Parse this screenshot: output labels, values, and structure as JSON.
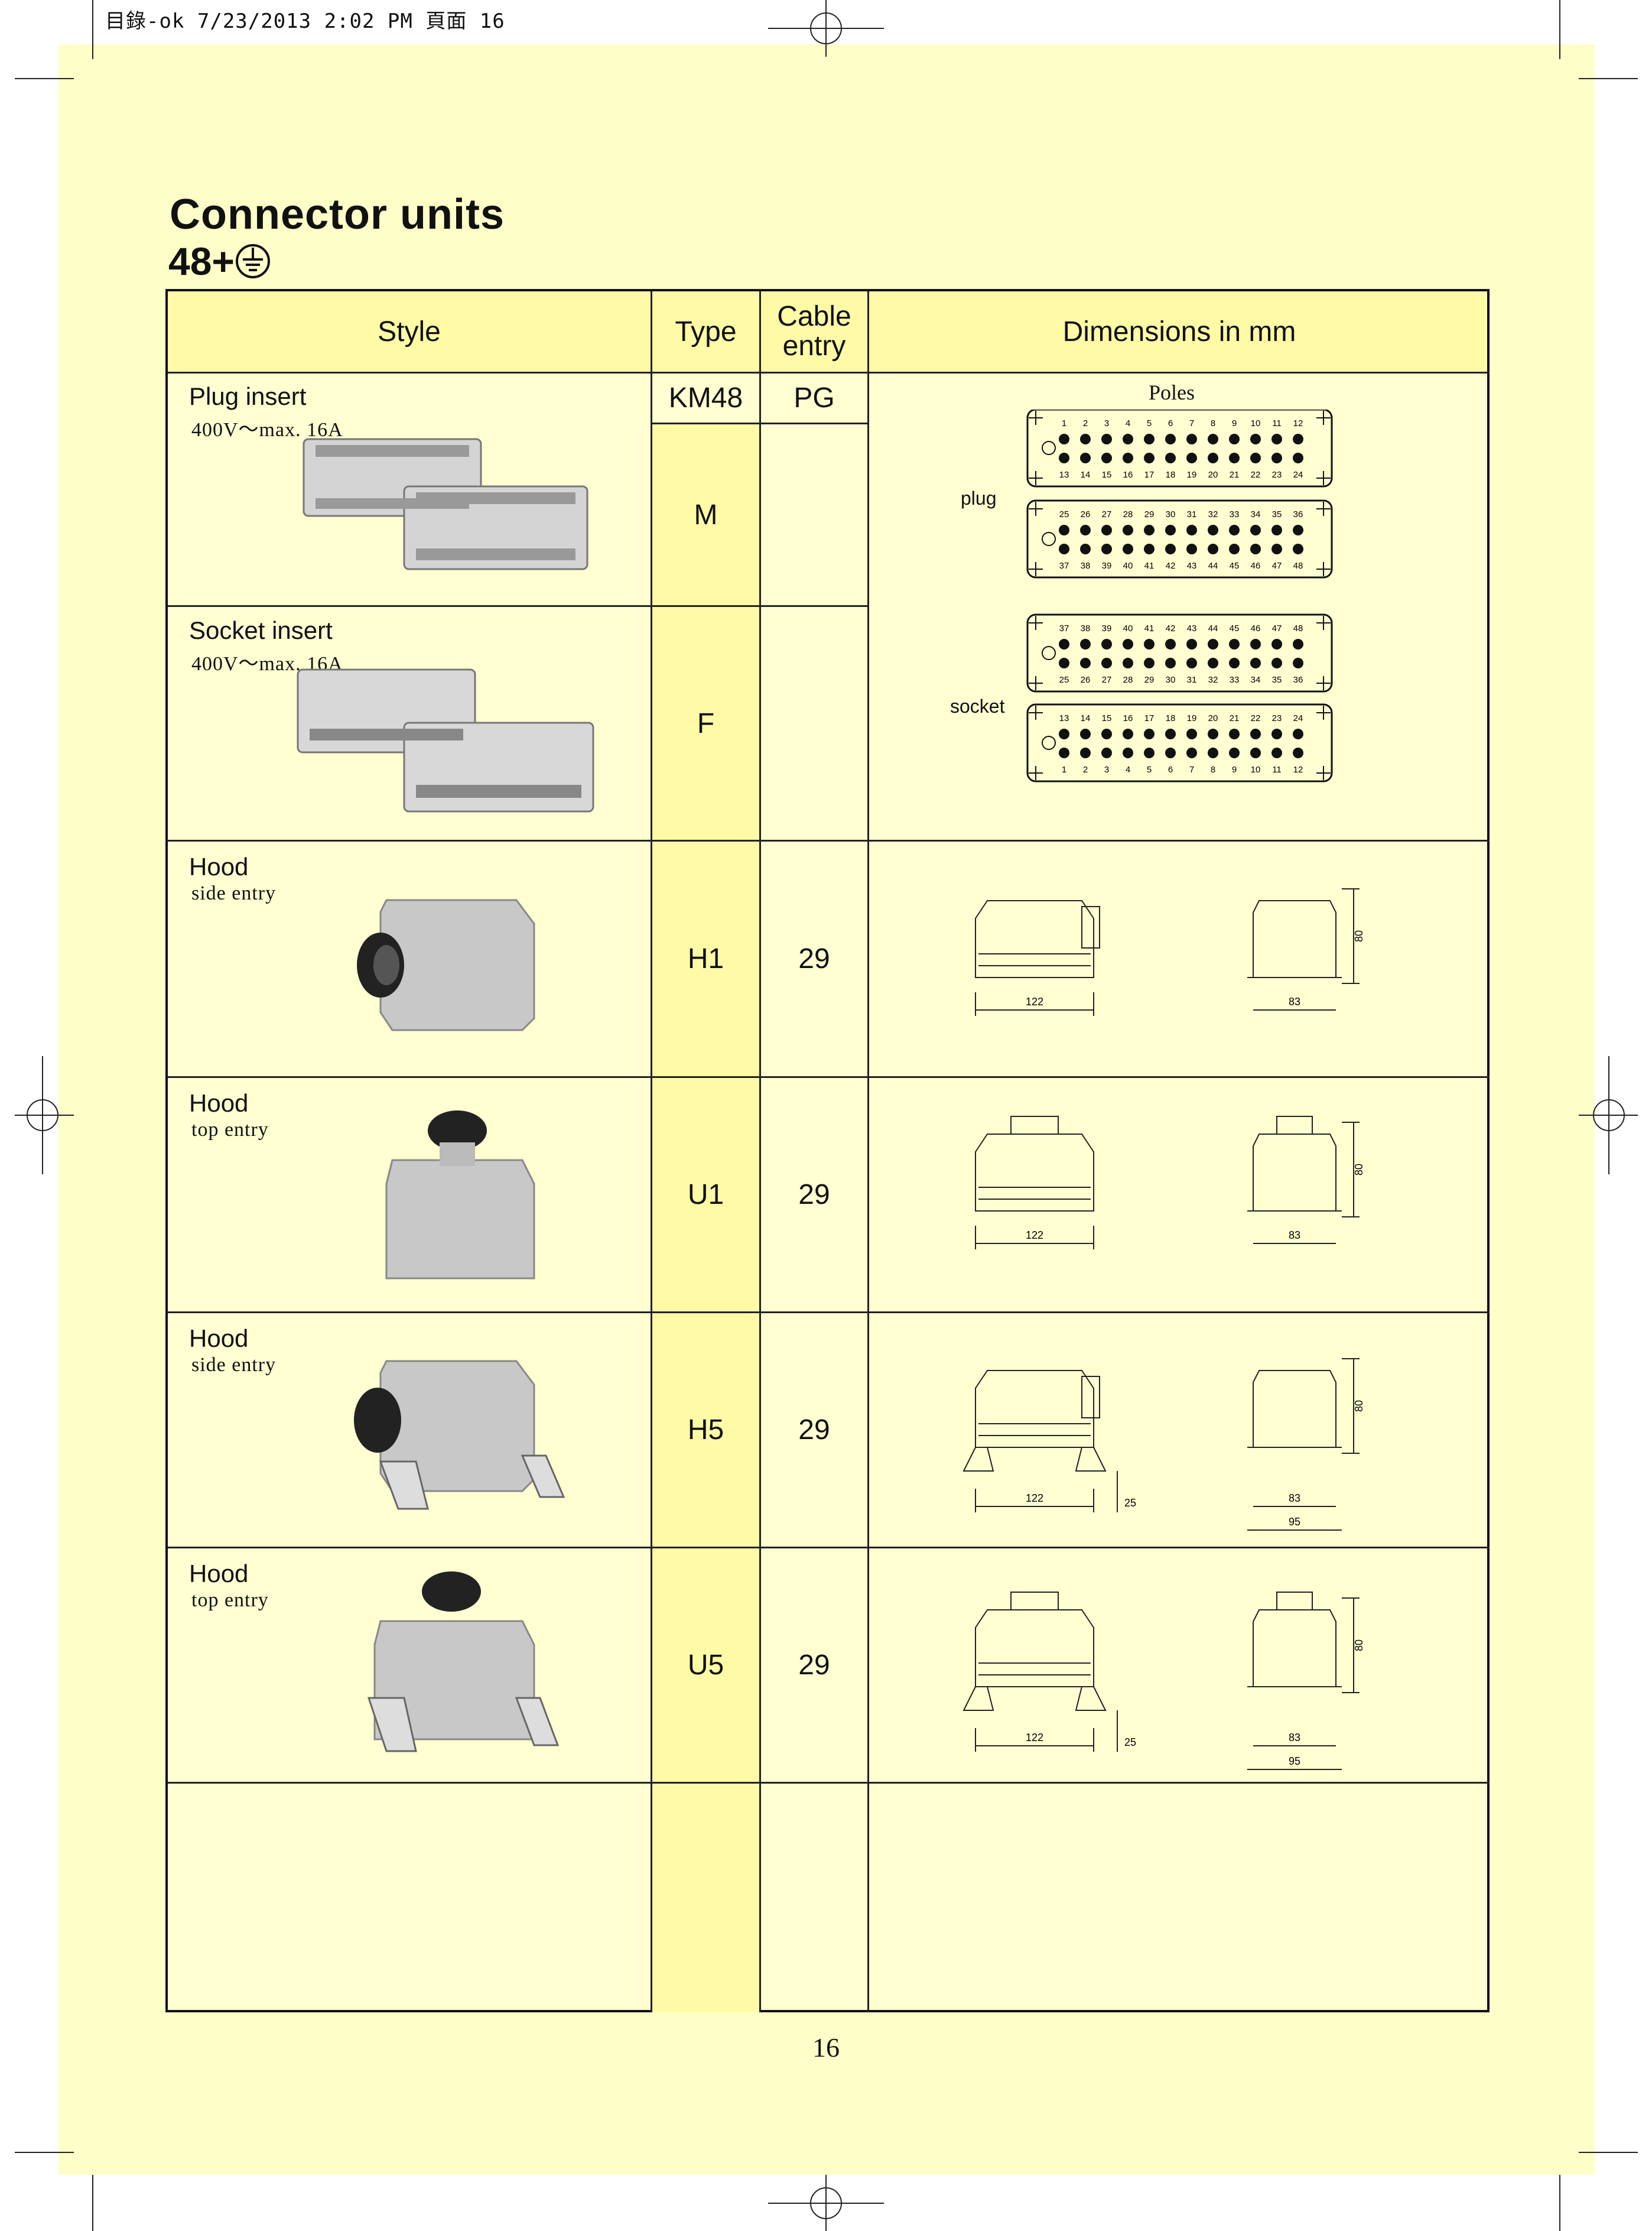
{
  "print_header": "目錄-ok  7/23/2013  2:02 PM  頁面 16",
  "title": "Connector units",
  "subtitle": "48+",
  "table": {
    "headers": {
      "style": "Style",
      "type": "Type",
      "cable_entry": "Cable entry",
      "dimensions": "Dimensions  in  mm"
    },
    "rows": [
      {
        "style": "Plug insert",
        "spec": "400V～max. 16A",
        "type": "KM48",
        "cable": "PG",
        "type2": "M"
      },
      {
        "style": "Socket insert",
        "spec": "400V～max. 16A",
        "type": "F"
      },
      {
        "style": "Hood",
        "spec": "side entry",
        "type": "H1",
        "cable": "29"
      },
      {
        "style": "Hood",
        "spec": "top entry",
        "type": "U1",
        "cable": "29"
      },
      {
        "style": "Hood",
        "spec": "side entry",
        "type": "H5",
        "cable": "29"
      },
      {
        "style": "Hood",
        "spec": "top entry",
        "type": "U5",
        "cable": "29"
      }
    ],
    "poles": {
      "title": "Poles",
      "plug_label": "plug",
      "socket_label": "socket",
      "blocks": [
        {
          "top": [
            "1",
            "2",
            "3",
            "4",
            "5",
            "6",
            "7",
            "8",
            "9",
            "10",
            "11",
            "12"
          ],
          "bottom": [
            "13",
            "14",
            "15",
            "16",
            "17",
            "18",
            "19",
            "20",
            "21",
            "22",
            "23",
            "24"
          ]
        },
        {
          "top": [
            "25",
            "26",
            "27",
            "28",
            "29",
            "30",
            "31",
            "32",
            "33",
            "34",
            "35",
            "36"
          ],
          "bottom": [
            "37",
            "38",
            "39",
            "40",
            "41",
            "42",
            "43",
            "44",
            "45",
            "46",
            "47",
            "48"
          ]
        },
        {
          "top": [
            "37",
            "38",
            "39",
            "40",
            "41",
            "42",
            "43",
            "44",
            "45",
            "46",
            "47",
            "48"
          ],
          "bottom": [
            "25",
            "26",
            "27",
            "28",
            "29",
            "30",
            "31",
            "32",
            "33",
            "34",
            "35",
            "36"
          ]
        },
        {
          "top": [
            "13",
            "14",
            "15",
            "16",
            "17",
            "18",
            "19",
            "20",
            "21",
            "22",
            "23",
            "24"
          ],
          "bottom": [
            "1",
            "2",
            "3",
            "4",
            "5",
            "6",
            "7",
            "8",
            "9",
            "10",
            "11",
            "12"
          ]
        }
      ]
    },
    "dims": {
      "width": "122",
      "depth": "83",
      "height": "80",
      "lever": "25",
      "depth_outer": "95"
    }
  },
  "page_number": "16"
}
